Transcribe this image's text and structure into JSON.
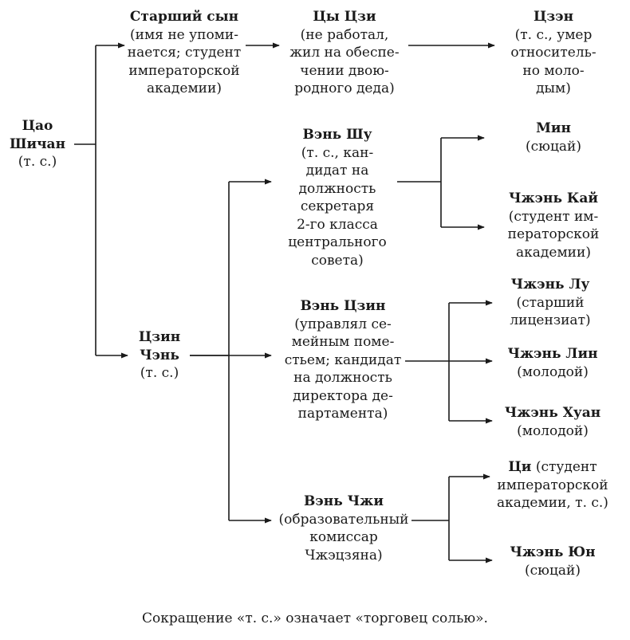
{
  "nodes": {
    "tsao_shichan": {
      "name": "Цао\nШичан",
      "note": "(т. с.)"
    },
    "eldest_son": {
      "name": "Старший сын",
      "note": "(имя не упоми-\nнается; студент\nимператорской\nакадемии)"
    },
    "tsy_tszi": {
      "name": "Цы Цзи",
      "note": "(не работал,\nжил на обеспе-\nчении двою-\nродного деда)"
    },
    "tszen": {
      "name": "Цзэн",
      "note": "(т. с., умер\nотноситель-\nно моло-\nдым)"
    },
    "tszin_chen": {
      "name": "Цзин\nЧэнь",
      "note": "(т. с.)"
    },
    "ven_shu": {
      "name": "Вэнь Шу",
      "note": "(т. с., кан-\nдидат на\nдолжность\nсекретаря\n2-го класса\nцентрального\nсовета)"
    },
    "min": {
      "name": "Мин",
      "note": "(сюцай)"
    },
    "chzhen_kai": {
      "name": "Чжэнь Кай",
      "note": "(студент им-\nператорской\nакадемии)"
    },
    "ven_tszin": {
      "name": "Вэнь Цзин",
      "note": "(управлял се-\nмейным поме-\nстьем; кандидат\nна должность\nдиректора де-\nпартамента)"
    },
    "chzhen_lu": {
      "name": "Чжэнь Лу",
      "note": "(старший\nлицензиат)"
    },
    "chzhen_lin": {
      "name": "Чжэнь Лин",
      "note": "(молодой)"
    },
    "chzhen_khuan": {
      "name": "Чжэнь Хуан",
      "note": "(молодой)"
    },
    "ven_chzhi": {
      "name": "Вэнь Чжи",
      "note": "(образовательный\nкомиссар\nЧжэцзяна)"
    },
    "tsi": {
      "name": "Ци",
      "note": "(студент\nимператорской\nакадемии, т. с.)"
    },
    "chzhen_yun": {
      "name": "Чжэнь Юн",
      "note": "(сюцай)"
    }
  },
  "caption": "Сокращение «т. с.» означает «торговец солью»."
}
